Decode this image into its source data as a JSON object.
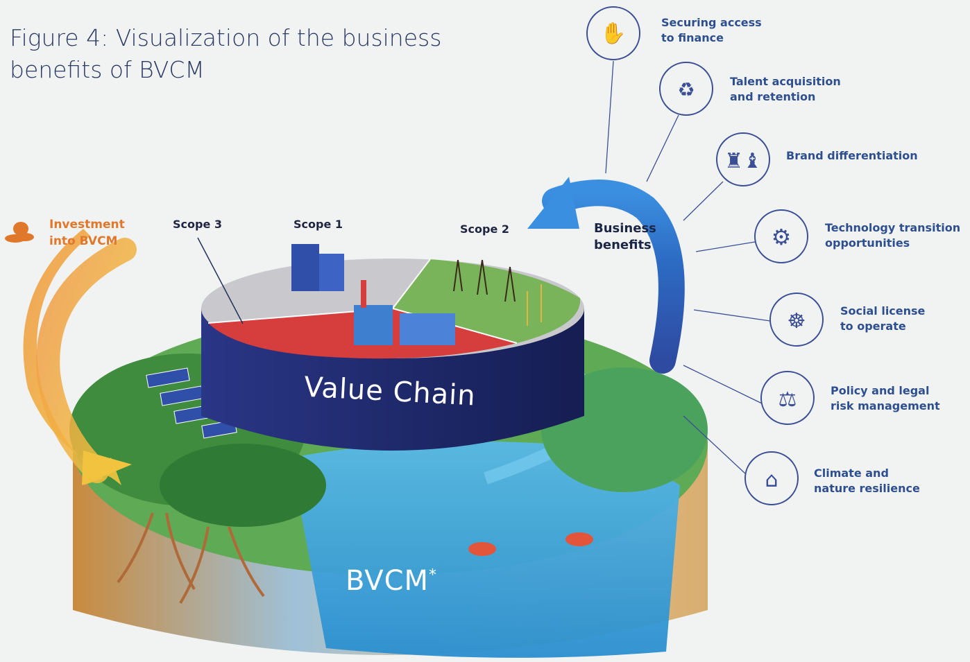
{
  "title": "Figure 4: Visualization of the business benefits of BVCM",
  "labels": {
    "investment": "Investment\ninto BVCM",
    "scope3": "Scope 3",
    "scope1": "Scope 1",
    "scope2": "Scope 2",
    "business_benefits": "Business\nbenefits",
    "value_chain": "Value Chain",
    "bvcm": "BVCM",
    "bvcm_mark": "*"
  },
  "benefits": [
    {
      "text": "Securing access\nto finance",
      "icon": "finance-handshake-icon"
    },
    {
      "text": "Talent acquisition\nand retention",
      "icon": "talent-icon"
    },
    {
      "text": "Brand differentiation",
      "icon": "chess-pieces-icon"
    },
    {
      "text": "Technology transition\nopportunities",
      "icon": "gear-leaf-icon"
    },
    {
      "text": "Social license\nto operate",
      "icon": "globe-people-icon"
    },
    {
      "text": "Policy and legal\nrisk management",
      "icon": "scales-icon"
    },
    {
      "text": "Climate and\nnature resilience",
      "icon": "house-weather-icon"
    }
  ],
  "colors": {
    "background": "#f1f2f2",
    "title": "#2b3a63",
    "benefit_text": "#2e4f8f",
    "icon_ring": "#3b4f95",
    "investment_orange": "#e0782c",
    "cylinder_navy": "#1e2a6b",
    "scope3_red": "#d63d3d",
    "scope1_grey": "#c7c7cc",
    "scope2_green": "#79b35a",
    "water_blue": "#2fa3dc",
    "soil_tan": "#d9b27a"
  }
}
